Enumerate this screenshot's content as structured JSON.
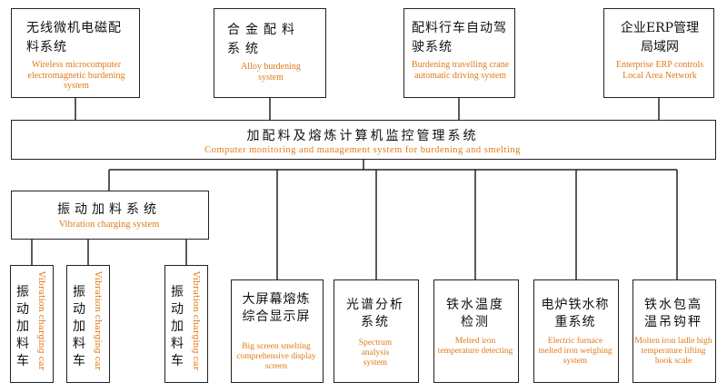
{
  "top_systems": [
    {
      "zh": "无线微机电磁配料系统",
      "en": "Wireless microcomputer electromagnetic burdening system"
    },
    {
      "zh": "合金配料系统",
      "en": "Alloy burdening system"
    },
    {
      "zh": "配料行车自动驾驶系统",
      "en": "Burdening travelling crane automatic driving system"
    },
    {
      "zh": "企业ERP管理局域网",
      "en": "Enterprise ERP controls Local Area Network"
    }
  ],
  "central": {
    "zh": "加配料及熔炼计算机监控管理系统",
    "en": "Computer monitoring and management system for burdening and smelting"
  },
  "vibration": {
    "zh": "振动加料系统",
    "en": "Vibration charging system",
    "cars": [
      {
        "zh": "振动加料车",
        "en": "Vibration charging car"
      },
      {
        "zh": "振动加料车",
        "en": "Vibration charging car"
      },
      {
        "zh": "振动加料车",
        "en": "Vibration charging car"
      }
    ]
  },
  "bottom_systems": [
    {
      "zh": "大屏幕熔炼综合显示屏",
      "en": "Big screen smelting comprehensive display screen"
    },
    {
      "zh": "光谱分析系统",
      "en": "Spectrum analysis system"
    },
    {
      "zh": "铁水温度检测",
      "en": "Melted iron temperature detecting"
    },
    {
      "zh": "电炉铁水称重系统",
      "en": "Electric furnace melted iron weighing system"
    },
    {
      "zh": "铁水包高温吊钩秤",
      "en": "Molten iron ladle high temperature lifting hook scale"
    }
  ],
  "colors": {
    "english_text": "#e07a17",
    "chinese_text": "#111111",
    "line": "#222222"
  }
}
